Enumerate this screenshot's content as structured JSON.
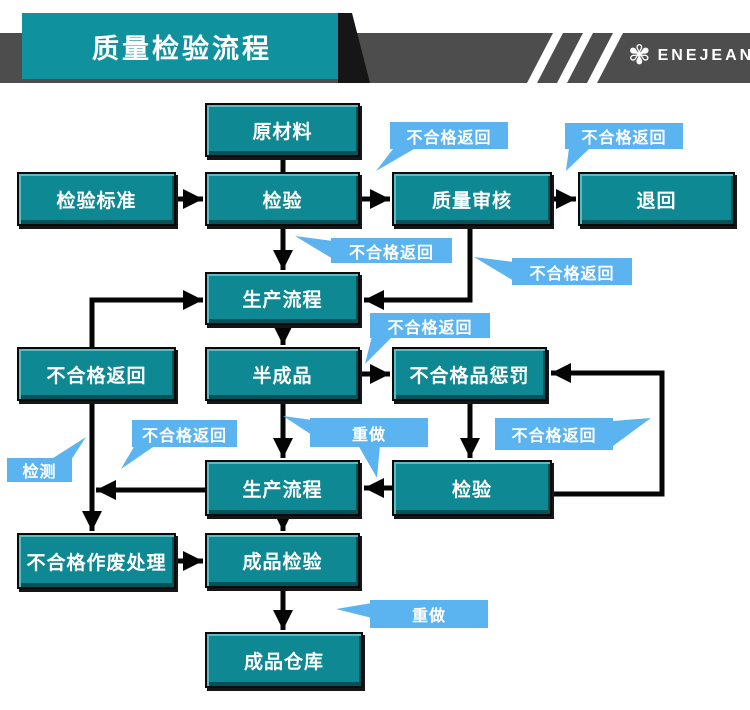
{
  "header": {
    "title": "质量检验流程",
    "brand": "ENEJEAN",
    "logo_icon": "pinwheel-flower-icon",
    "colors": {
      "banner_teal": "#10929E",
      "bar_gray": "#4D4D4D",
      "stripe": "#FFFFFF"
    }
  },
  "flowchart": {
    "colors": {
      "node_fill": "#0E8892",
      "node_bevel_light": "#5FBBC3",
      "node_bevel_dark": "#06525B",
      "node_border": "#0A0A0A",
      "arrow": "#050505",
      "callout_blue": "#5BB4F0",
      "text": "#FFFFFF"
    },
    "nodes": [
      {
        "id": "raw-material",
        "label": "原材料"
      },
      {
        "id": "inspection-standard",
        "label": "检验标准"
      },
      {
        "id": "inspection-1",
        "label": "检验"
      },
      {
        "id": "quality-audit",
        "label": "质量审核"
      },
      {
        "id": "return",
        "label": "退回"
      },
      {
        "id": "production-process-1",
        "label": "生产流程"
      },
      {
        "id": "nonconforming-return",
        "label": "不合格返回"
      },
      {
        "id": "semi-finished",
        "label": "半成品"
      },
      {
        "id": "nonconforming-penalty",
        "label": "不合格品惩罚"
      },
      {
        "id": "production-process-2",
        "label": "生产流程"
      },
      {
        "id": "inspection-2",
        "label": "检验"
      },
      {
        "id": "scrap-handling",
        "label": "不合格作废处理"
      },
      {
        "id": "finished-inspection",
        "label": "成品检验"
      },
      {
        "id": "finished-warehouse",
        "label": "成品仓库"
      }
    ],
    "callouts": [
      {
        "id": "callout-reject-audit",
        "label": "不合格返回"
      },
      {
        "id": "callout-reject-return",
        "label": "不合格返回"
      },
      {
        "id": "callout-reject-inspect1",
        "label": "不合格返回"
      },
      {
        "id": "callout-reject-audit-loop",
        "label": "不合格返回"
      },
      {
        "id": "callout-reject-semi",
        "label": "不合格返回"
      },
      {
        "id": "callout-reject-left",
        "label": "不合格返回"
      },
      {
        "id": "callout-detect",
        "label": "检测"
      },
      {
        "id": "callout-redo-mid",
        "label": "重做"
      },
      {
        "id": "callout-reject-inspect2",
        "label": "不合格返回"
      },
      {
        "id": "callout-redo-bottom",
        "label": "重做"
      }
    ],
    "edges": [
      {
        "from": "raw-material",
        "to": "inspection-1"
      },
      {
        "from": "inspection-standard",
        "to": "inspection-1"
      },
      {
        "from": "inspection-1",
        "to": "quality-audit"
      },
      {
        "from": "quality-audit",
        "to": "return"
      },
      {
        "from": "inspection-1",
        "to": "production-process-1"
      },
      {
        "from": "quality-audit",
        "to": "production-process-1",
        "note": "不合格返回"
      },
      {
        "from": "nonconforming-return",
        "to": "production-process-1"
      },
      {
        "from": "production-process-1",
        "to": "semi-finished"
      },
      {
        "from": "semi-finished",
        "to": "nonconforming-penalty",
        "note": "不合格返回"
      },
      {
        "from": "semi-finished",
        "to": "production-process-2",
        "note": "重做"
      },
      {
        "from": "nonconforming-penalty",
        "to": "inspection-2"
      },
      {
        "from": "inspection-2",
        "to": "nonconforming-penalty",
        "note": "不合格返回"
      },
      {
        "from": "inspection-2",
        "to": "production-process-2",
        "note": "重做"
      },
      {
        "from": "production-process-2",
        "to": "scrap-handling",
        "note": "检测 / 不合格返回"
      },
      {
        "from": "nonconforming-return",
        "to": "scrap-handling"
      },
      {
        "from": "scrap-handling",
        "to": "finished-inspection"
      },
      {
        "from": "production-process-2",
        "to": "finished-inspection"
      },
      {
        "from": "finished-inspection",
        "to": "finished-warehouse",
        "note": "重做"
      }
    ]
  }
}
